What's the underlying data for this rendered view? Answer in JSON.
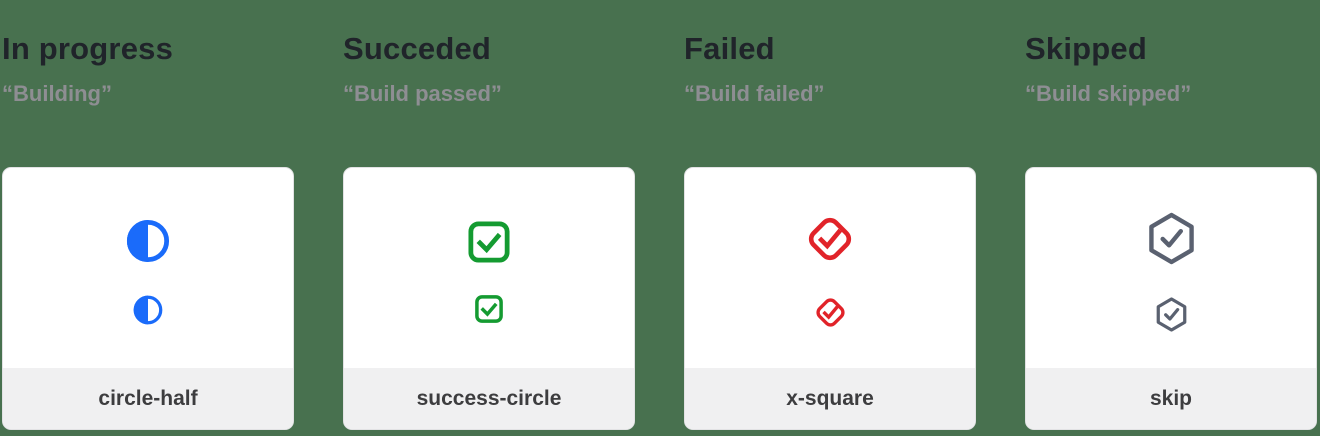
{
  "page": {
    "background_color": "#48714f",
    "card_background": "#ffffff",
    "card_border_color": "#e2e2e4",
    "footer_background": "#f0f0f1",
    "title_color": "#20242a",
    "subtitle_color": "#8e8e93",
    "footer_text_color": "#3d3d3f"
  },
  "columns": [
    {
      "title": "In progress",
      "subtitle": "“Building”",
      "icon_name": "circle-half-icon",
      "icon_color": "#1a6bfa",
      "footer_label": "circle-half"
    },
    {
      "title": "Succeded",
      "subtitle": "“Build passed”",
      "icon_name": "check-square-icon",
      "icon_color": "#149b31",
      "footer_label": "success-circle"
    },
    {
      "title": "Failed",
      "subtitle": "“Build failed”",
      "icon_name": "check-diamond-icon",
      "icon_color": "#e12329",
      "footer_label": "x-square"
    },
    {
      "title": "Skipped",
      "subtitle": "“Build skipped”",
      "icon_name": "check-hexagon-icon",
      "icon_color": "#5a6170",
      "footer_label": "skip"
    }
  ]
}
